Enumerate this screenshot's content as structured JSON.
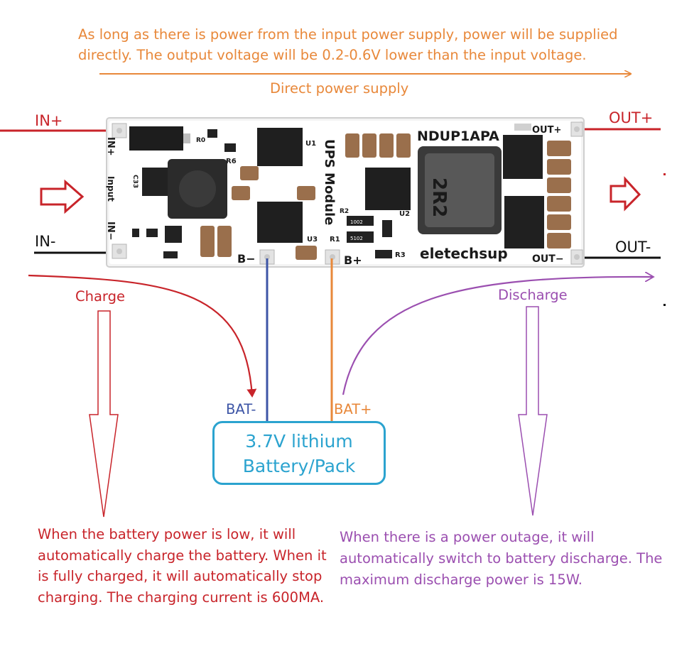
{
  "top_note": "As long as there is power from the input power supply, power will be supplied directly. The output voltage will be 0.2-0.6V lower than the input voltage.",
  "direct_label": "Direct power supply",
  "pins": {
    "in_plus": "IN+",
    "in_minus": "IN-",
    "out_plus": "OUT+",
    "out_minus": "OUT-"
  },
  "board": {
    "model": "NDUP1APA",
    "brand": "eletechsup",
    "module_name": "UPS Module",
    "silk": {
      "in_plus": "IN+",
      "input": "Input",
      "in_minus": "IN−",
      "out_plus": "OUT+",
      "out_minus": "OUT−",
      "b_minus": "B−",
      "b_plus": "B+",
      "u1": "U1",
      "u2": "U2",
      "u3": "U3",
      "r0": "R0",
      "r1": "R1",
      "r2": "R2",
      "r3": "R3",
      "r6": "R6",
      "c33": "C33",
      "inductor_mark": "2R2",
      "res_1002": "1002",
      "res_5102": "5102"
    }
  },
  "charge_label": "Charge",
  "discharge_label": "Discharge",
  "battery": {
    "line1": "3.7V lithium",
    "line2": "Battery/Pack",
    "bat_minus": "BAT-",
    "bat_plus": "BAT+"
  },
  "charge_desc": "When the battery power is low, it will automatically charge the battery. When it is fully charged, it will automatically stop charging. The charging current is 600MA.",
  "discharge_desc": "When there is a power outage, it will automatically switch to battery discharge. The maximum discharge power is 15W.",
  "colors": {
    "orange": "#e8883a",
    "red": "#c8242a",
    "purple": "#9b4fb0",
    "blue": "#3d55a6",
    "battery": "#2ba3cf"
  }
}
